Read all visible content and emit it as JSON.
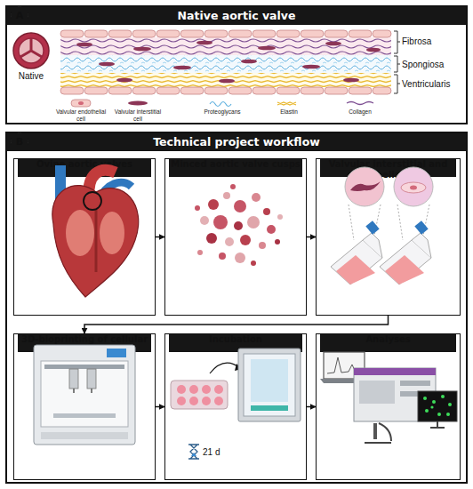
{
  "diagram": {
    "nodes": [
      {
        "text": [
          "Native aortic valve"
        ]
      },
      {
        "text": [
          "A"
        ],
        "in": 0
      },
      {
        "text": [
          "Technical project workflow"
        ]
      },
      {
        "text": [
          "B"
        ],
        "in": 2
      },
      {
        "text": [
          "Ovine aortic valves"
        ],
        "in": 2
      },
      {
        "text": [
          "Minced aortic valve cusps"
        ],
        "in": 2
      },
      {
        "text": [
          "Valvular interstitial and endothelial cells"
        ],
        "in": 2
      },
      {
        "text": [
          "3D-bioprinting of cellular tissue constructs"
        ],
        "in": 2
      },
      {
        "text": [
          "Incubation"
        ],
        "in": 2
      },
      {
        "text": [
          "Analyses"
        ],
        "in": 2
      }
    ],
    "edges": [
      {
        "from": 4,
        "to": 5,
        "arrow": "to"
      },
      {
        "from": 5,
        "to": 6,
        "arrow": "to"
      },
      {
        "from": 6,
        "to": 7,
        "arrow": "to"
      },
      {
        "from": 7,
        "to": 8,
        "arrow": "to"
      },
      {
        "from": 8,
        "to": 9,
        "arrow": "to"
      }
    ],
    "labels": [
      "Native",
      "Fibrosa",
      "Spongiosa",
      "Ventricularis",
      "21 d"
    ],
    "legend": [
      {
        "text": "Valvular endothelial cell"
      },
      {
        "text": "Valvular interstitial cell"
      },
      {
        "text": "Proteoglycans"
      },
      {
        "text": "Elastin"
      },
      {
        "text": "Collagen"
      }
    ]
  }
}
